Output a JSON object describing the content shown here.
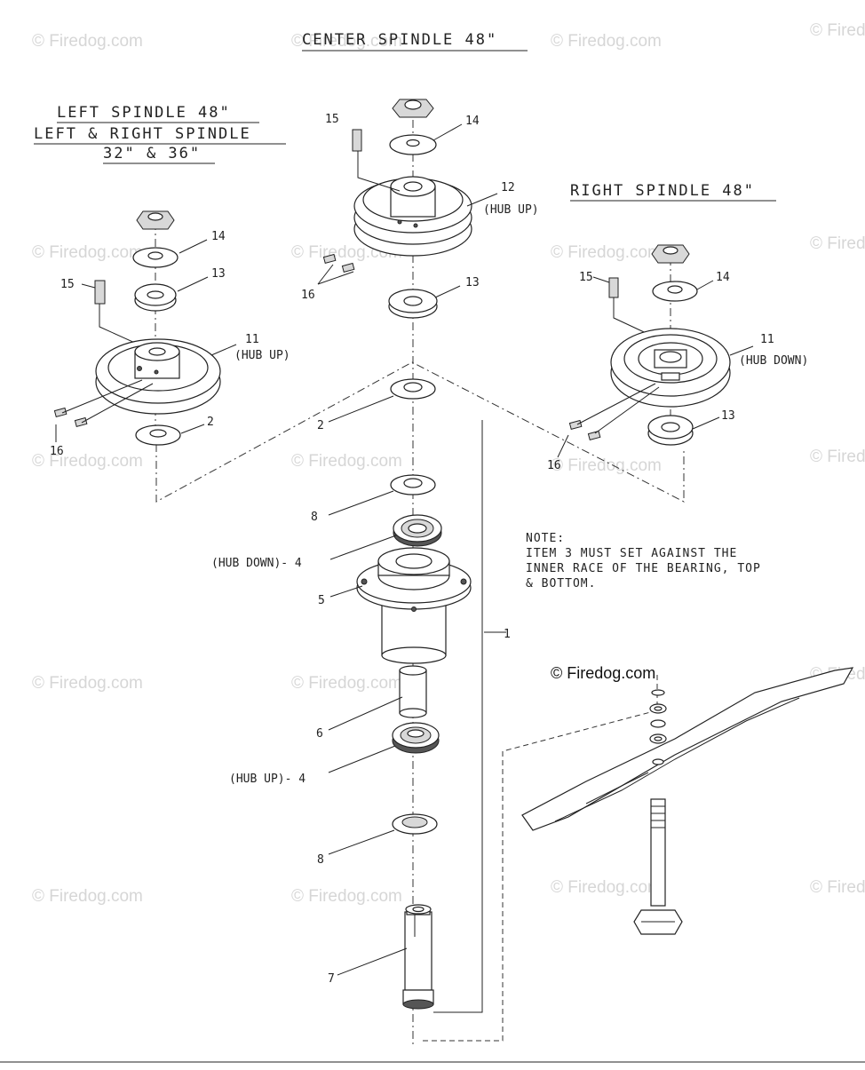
{
  "titles": {
    "center": "CENTER SPINDLE 48\"",
    "left_line1": "LEFT SPINDLE 48\"",
    "left_line2": "LEFT & RIGHT SPINDLE",
    "left_line3": "32\" & 36\"",
    "right": "RIGHT SPINDLE 48\""
  },
  "note": {
    "line1": "NOTE:",
    "line2": "ITEM 3 MUST SET AGAINST THE",
    "line3": "INNER RACE OF THE BEARING, TOP",
    "line4": "& BOTTOM."
  },
  "callouts": {
    "c1": "1",
    "c2_center": "2",
    "c2_left": "2",
    "c4_top": "(HUB DOWN)- 4",
    "c4_bottom": "(HUB UP)- 4",
    "c5": "5",
    "c6": "6",
    "c7": "7",
    "c8_top": "8",
    "c8_bottom": "8",
    "c11_left": "11",
    "c11_left_hub": "(HUB UP)",
    "c11_right": "11",
    "c11_right_hub": "(HUB DOWN)",
    "c12": "12",
    "c12_hub": "(HUB UP)",
    "c13_center": "13",
    "c13_left": "13",
    "c13_right": "13",
    "c14_center": "14",
    "c14_left": "14",
    "c14_right": "14",
    "c15_center": "15",
    "c15_left": "15",
    "c15_right": "15",
    "c16_center": "16",
    "c16_left": "16",
    "c16_right": "16"
  },
  "watermark": {
    "text": "© Firedog.com",
    "main": "© Firedog.com"
  }
}
